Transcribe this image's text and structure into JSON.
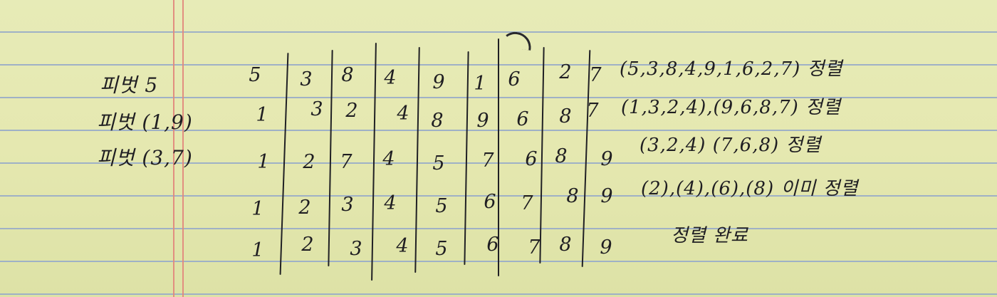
{
  "notebook": {
    "row_labels": [
      "피벗 5",
      "피벗 (1,9)",
      "피벗 (3,7)",
      "",
      ""
    ],
    "grid": [
      [
        "5",
        "3",
        "8",
        "4",
        "9",
        "1",
        "6",
        "2",
        "7"
      ],
      [
        "1",
        "3",
        "2",
        "4",
        "8",
        "9",
        "6",
        "8",
        "7"
      ],
      [
        "1",
        "2",
        "7",
        "4",
        "5",
        "7",
        "6",
        "8",
        "9"
      ],
      [
        "1",
        "2",
        "3",
        "4",
        "5",
        "6",
        "7",
        "8",
        "9"
      ],
      [
        "1",
        "2",
        "3",
        "4",
        "5",
        "6",
        "7",
        "8",
        "9"
      ]
    ],
    "notes": [
      "(5,3,8,4,9,1,6,2,7) 정렬",
      "(1,3,2,4),(9,6,8,7) 정렬",
      "(3,2,4) (7,6,8) 정렬",
      "(2),(4),(6),(8) 이미 정렬",
      "정렬 완료"
    ]
  }
}
